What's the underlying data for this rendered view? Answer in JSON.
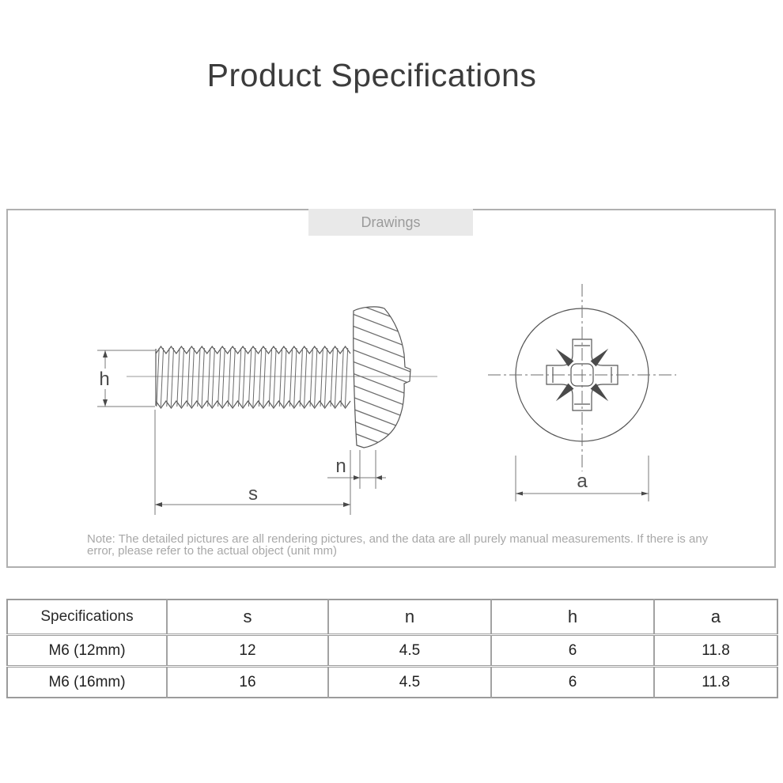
{
  "page": {
    "title": "Product Specifications"
  },
  "drawing": {
    "tab_label": "Drawings",
    "labels": {
      "h": "h",
      "s": "s",
      "n": "n",
      "a": "a"
    },
    "note_line1": "Note: The detailed pictures are all rendering pictures, and the data are all purely manual measurements. If there is any",
    "note_line2": "error, please refer to the actual object (unit mm)"
  },
  "spec_table": {
    "columns": [
      "Specifications",
      "s",
      "n",
      "h",
      "a"
    ],
    "rows": [
      [
        "M6 (12mm)",
        "12",
        "4.5",
        "6",
        "11.8"
      ],
      [
        "M6 (16mm)",
        "16",
        "4.5",
        "6",
        "11.8"
      ]
    ]
  },
  "colors": {
    "panel_border": "#b0b0b0",
    "tab_bg": "#e9e9e9",
    "tab_text": "#9b9b9b",
    "note_text": "#a8a8a8",
    "drawing_line": "#565656",
    "dimension_line": "#787878",
    "table_border": "#9b9b9b",
    "title_text": "#3c3c3c"
  }
}
